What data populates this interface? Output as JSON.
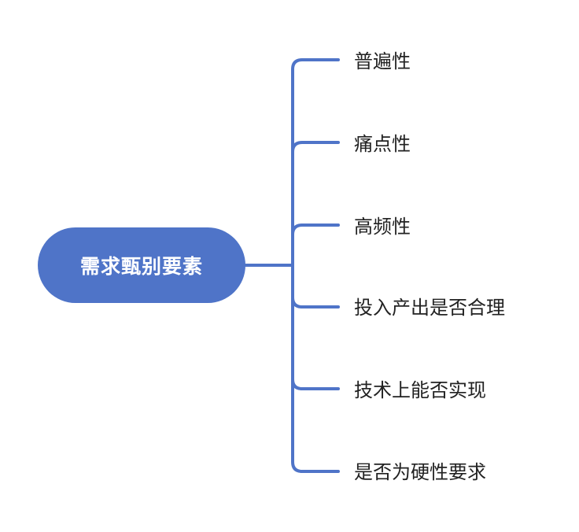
{
  "mindmap": {
    "root": {
      "label": "需求甄别要素"
    },
    "branches": [
      {
        "label": "普遍性"
      },
      {
        "label": "痛点性"
      },
      {
        "label": "高频性"
      },
      {
        "label": "投入产出是否合理"
      },
      {
        "label": "技术上能否实现"
      },
      {
        "label": "是否为硬性要求"
      }
    ]
  },
  "colors": {
    "node_fill": "#4f74c8",
    "connector": "#4f74c8",
    "root_text": "#ffffff",
    "branch_text": "#222222"
  }
}
